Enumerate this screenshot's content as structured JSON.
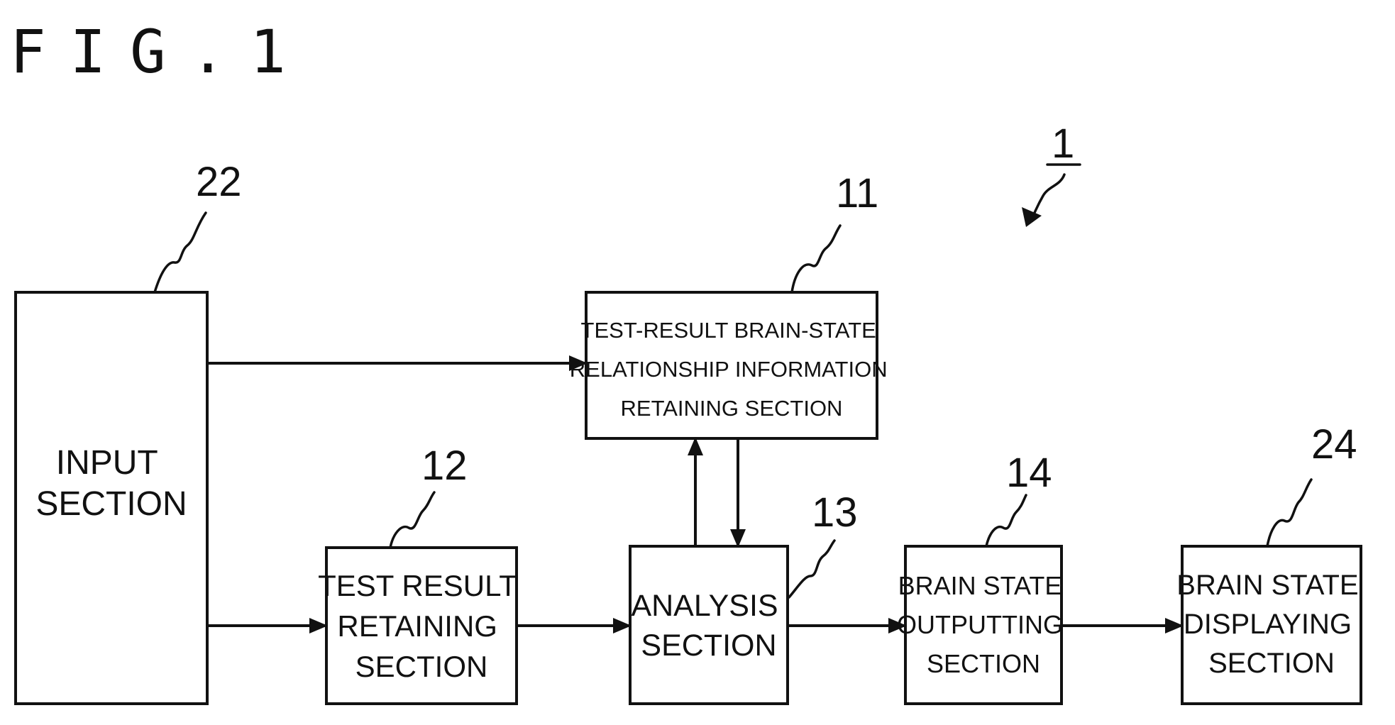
{
  "figure": {
    "title": "FIG.1"
  },
  "system_ref": "1",
  "blocks": {
    "input": {
      "ref": "22",
      "lines": [
        "INPUT",
        "SECTION"
      ]
    },
    "relationship": {
      "ref": "11",
      "lines": [
        "TEST-RESULT BRAIN-STATE",
        "RELATIONSHIP INFORMATION",
        "RETAINING SECTION"
      ]
    },
    "test_result": {
      "ref": "12",
      "lines": [
        "TEST RESULT",
        "RETAINING",
        "SECTION"
      ]
    },
    "analysis": {
      "ref": "13",
      "lines": [
        "ANALYSIS",
        "SECTION"
      ]
    },
    "outputting": {
      "ref": "14",
      "lines": [
        "BRAIN STATE",
        "OUTPUTTING",
        "SECTION"
      ]
    },
    "displaying": {
      "ref": "24",
      "lines": [
        "BRAIN STATE",
        "DISPLAYING",
        "SECTION"
      ]
    }
  }
}
